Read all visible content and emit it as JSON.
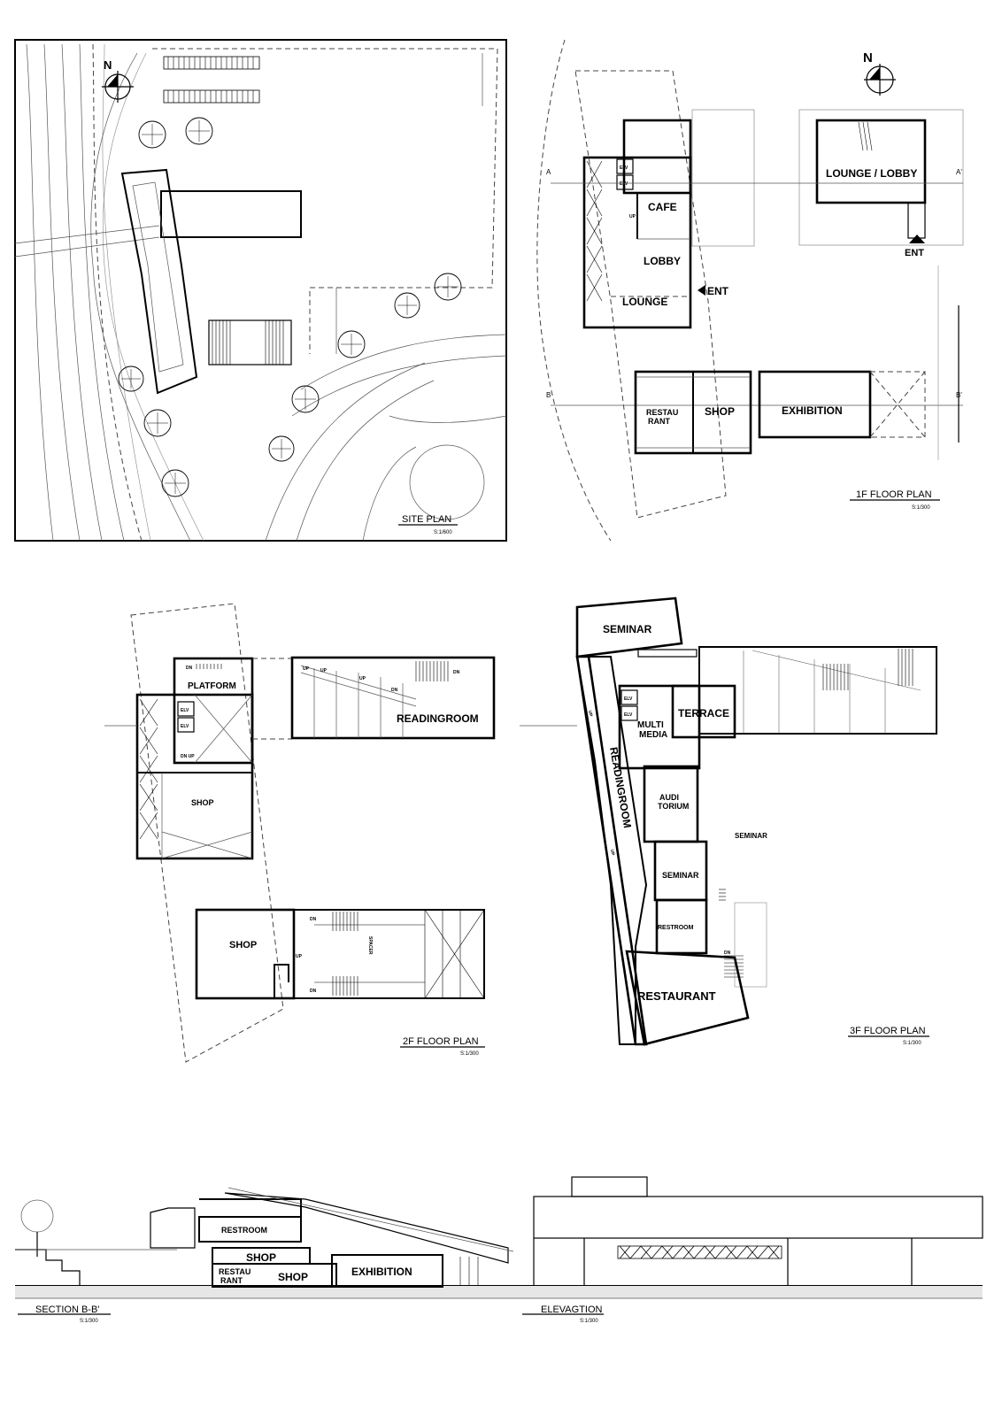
{
  "site_plan": {
    "north": "N",
    "title": "SITE PLAN",
    "scale": "S:1/600"
  },
  "floor1": {
    "north": "N",
    "rooms": {
      "cafe": "CAFE",
      "lobby": "LOBBY",
      "lounge": "LOUNGE",
      "lounge_lobby": "LOUNGE / LOBBY",
      "restaurant_l1": "RESTAU",
      "restaurant_l2": "RANT",
      "shop": "SHOP",
      "exhibition": "EXHIBITION"
    },
    "elv": "ELV",
    "up": "UP",
    "ent": "ENT",
    "sec_a": "A",
    "sec_a2": "A'",
    "sec_b": "B",
    "sec_b2": "B'",
    "title": "1F FLOOR PLAN",
    "scale": "S:1/300"
  },
  "floor2": {
    "rooms": {
      "platform": "PLATFORM",
      "shop": "SHOP",
      "shop2": "SHOP",
      "readingroom": "READINGROOM"
    },
    "elv": "ELV",
    "dn": "DN",
    "up": "UP",
    "dn_up": "DN UP",
    "spacer": "SPACER",
    "title": "2F FLOOR PLAN",
    "scale": "S:1/300"
  },
  "floor3": {
    "rooms": {
      "seminar_top": "SEMINAR",
      "multi1": "MULTI",
      "multi2": "MEDIA",
      "terrace": "TERRACE",
      "readingroom": "READINGROOM",
      "aud1": "AUDI",
      "aud2": "TORIUM",
      "seminar_mid": "SEMINAR",
      "seminar_out": "SEMINAR",
      "restroom": "RESTROOM",
      "restaurant": "RESTAURANT"
    },
    "elv": "ELV",
    "up": "UP",
    "dn": "DN",
    "title": "3F FLOOR PLAN",
    "scale": "S:1/300"
  },
  "section": {
    "rooms": {
      "restroom": "RESTROOM",
      "shop_upper": "SHOP",
      "restau1": "RESTAU",
      "restau2": "RANT",
      "shop_lower": "SHOP",
      "exhibition": "EXHIBITION"
    },
    "title": "SECTION B-B'",
    "scale": "S:1/300"
  },
  "elevation": {
    "title": "ELEVAGTION",
    "scale": "S:1/300"
  }
}
